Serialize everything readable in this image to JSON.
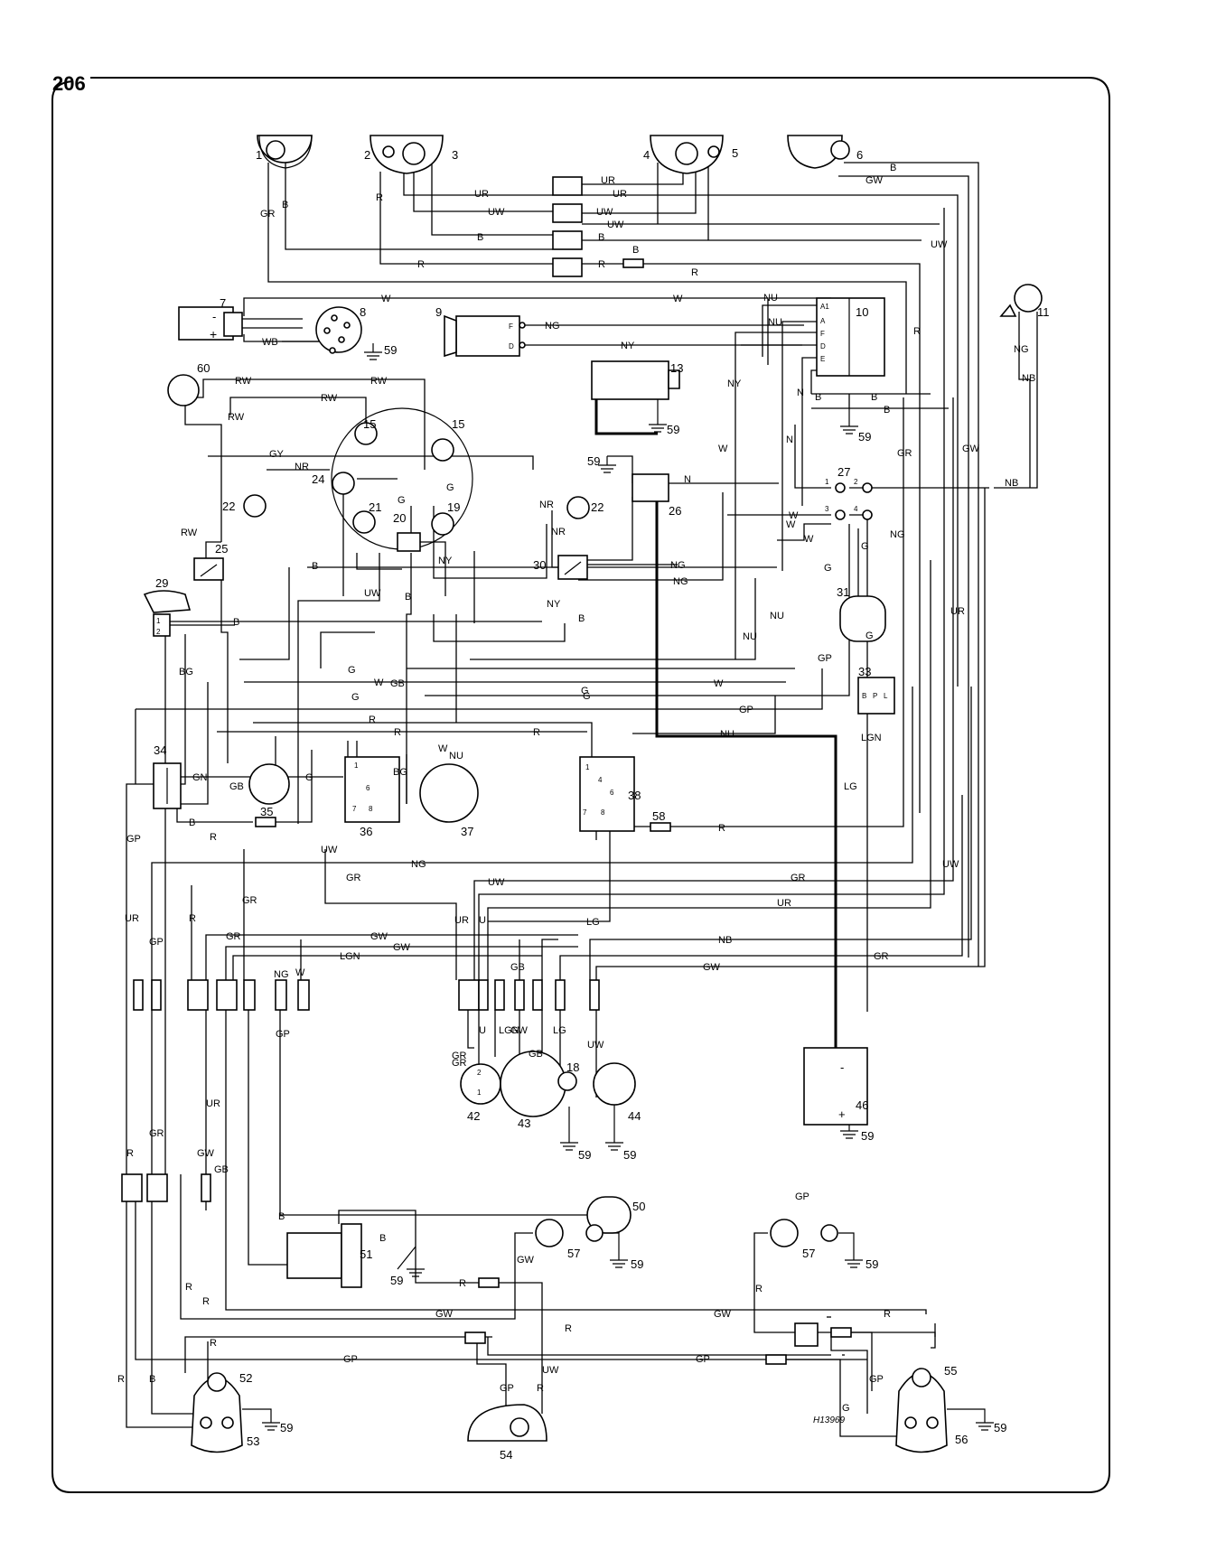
{
  "page": {
    "number": "206",
    "drawing_ref": "H13969"
  },
  "colors": {
    "ink": "#000000",
    "paper": "#ffffff"
  },
  "components": [
    {
      "id": "c1",
      "label": "1"
    },
    {
      "id": "c2",
      "label": "2"
    },
    {
      "id": "c3",
      "label": "3"
    },
    {
      "id": "c4",
      "label": "4"
    },
    {
      "id": "c5",
      "label": "5"
    },
    {
      "id": "c6",
      "label": "6"
    },
    {
      "id": "c7",
      "label": "7"
    },
    {
      "id": "c8",
      "label": "8"
    },
    {
      "id": "c9",
      "label": "9"
    },
    {
      "id": "c10",
      "label": "10"
    },
    {
      "id": "c11",
      "label": "11"
    },
    {
      "id": "c13",
      "label": "13"
    },
    {
      "id": "c15a",
      "label": "15"
    },
    {
      "id": "c15b",
      "label": "15"
    },
    {
      "id": "c18",
      "label": "18"
    },
    {
      "id": "c19",
      "label": "19"
    },
    {
      "id": "c20",
      "label": "20"
    },
    {
      "id": "c21",
      "label": "21"
    },
    {
      "id": "c22a",
      "label": "22"
    },
    {
      "id": "c22b",
      "label": "22"
    },
    {
      "id": "c24",
      "label": "24"
    },
    {
      "id": "c25",
      "label": "25"
    },
    {
      "id": "c26",
      "label": "26"
    },
    {
      "id": "c27",
      "label": "27"
    },
    {
      "id": "c29",
      "label": "29"
    },
    {
      "id": "c30",
      "label": "30"
    },
    {
      "id": "c31",
      "label": "31"
    },
    {
      "id": "c33",
      "label": "33"
    },
    {
      "id": "c34",
      "label": "34"
    },
    {
      "id": "c35",
      "label": "35"
    },
    {
      "id": "c36",
      "label": "36"
    },
    {
      "id": "c37",
      "label": "37"
    },
    {
      "id": "c38",
      "label": "38"
    },
    {
      "id": "c42",
      "label": "42"
    },
    {
      "id": "c43",
      "label": "43"
    },
    {
      "id": "c44",
      "label": "44"
    },
    {
      "id": "c46",
      "label": "46"
    },
    {
      "id": "c50",
      "label": "50"
    },
    {
      "id": "c51",
      "label": "51"
    },
    {
      "id": "c52",
      "label": "52"
    },
    {
      "id": "c53",
      "label": "53"
    },
    {
      "id": "c54",
      "label": "54"
    },
    {
      "id": "c55",
      "label": "55"
    },
    {
      "id": "c56",
      "label": "56"
    },
    {
      "id": "c57a",
      "label": "57"
    },
    {
      "id": "c57b",
      "label": "57"
    },
    {
      "id": "c58",
      "label": "58"
    },
    {
      "id": "c60",
      "label": "60"
    },
    {
      "id": "g59a",
      "label": "59"
    },
    {
      "id": "g59b",
      "label": "59"
    },
    {
      "id": "g59c",
      "label": "59"
    },
    {
      "id": "g59d",
      "label": "59"
    },
    {
      "id": "g59e",
      "label": "59"
    },
    {
      "id": "g59f",
      "label": "59"
    },
    {
      "id": "g59g",
      "label": "59"
    },
    {
      "id": "g59h",
      "label": "59"
    },
    {
      "id": "g59i",
      "label": "59"
    },
    {
      "id": "g59j",
      "label": "59"
    },
    {
      "id": "g59k",
      "label": "59"
    },
    {
      "id": "g59l",
      "label": "59"
    }
  ],
  "wire_labels": [
    {
      "id": "w01",
      "text": "GR"
    },
    {
      "id": "w02",
      "text": "B"
    },
    {
      "id": "w03",
      "text": "R"
    },
    {
      "id": "w04",
      "text": "UR"
    },
    {
      "id": "w05",
      "text": "UR"
    },
    {
      "id": "w06",
      "text": "UR"
    },
    {
      "id": "w07",
      "text": "UW"
    },
    {
      "id": "w08",
      "text": "UW"
    },
    {
      "id": "w09",
      "text": "UW"
    },
    {
      "id": "w10",
      "text": "B"
    },
    {
      "id": "w11",
      "text": "B"
    },
    {
      "id": "w12",
      "text": "B"
    },
    {
      "id": "w13",
      "text": "R"
    },
    {
      "id": "w14",
      "text": "R"
    },
    {
      "id": "w15",
      "text": "R"
    },
    {
      "id": "w16",
      "text": "B"
    },
    {
      "id": "w17",
      "text": "GW"
    },
    {
      "id": "w18",
      "text": "UW"
    },
    {
      "id": "w19",
      "text": "W"
    },
    {
      "id": "w20",
      "text": "W"
    },
    {
      "id": "w21",
      "text": "WB"
    },
    {
      "id": "w22",
      "text": "NG"
    },
    {
      "id": "w23",
      "text": "NY"
    },
    {
      "id": "w24",
      "text": "NU"
    },
    {
      "id": "w25",
      "text": "NU"
    },
    {
      "id": "w26",
      "text": "NY"
    },
    {
      "id": "w27",
      "text": "N"
    },
    {
      "id": "w28",
      "text": "N"
    },
    {
      "id": "w29",
      "text": "B"
    },
    {
      "id": "w30",
      "text": "B"
    },
    {
      "id": "w31",
      "text": "B"
    },
    {
      "id": "w32",
      "text": "R"
    },
    {
      "id": "w33",
      "text": "NG"
    },
    {
      "id": "w34",
      "text": "NB"
    },
    {
      "id": "w35",
      "text": "GW"
    },
    {
      "id": "w36",
      "text": "GR"
    },
    {
      "id": "w37",
      "text": "RW"
    },
    {
      "id": "w38",
      "text": "RW"
    },
    {
      "id": "w39",
      "text": "RW"
    },
    {
      "id": "w40",
      "text": "RW"
    },
    {
      "id": "w41",
      "text": "RW"
    },
    {
      "id": "w42",
      "text": "GY"
    },
    {
      "id": "w43",
      "text": "NR"
    },
    {
      "id": "w44",
      "text": "G"
    },
    {
      "id": "w45",
      "text": "G"
    },
    {
      "id": "w46",
      "text": "NY"
    },
    {
      "id": "w47",
      "text": "W"
    },
    {
      "id": "w48",
      "text": "N"
    },
    {
      "id": "w49",
      "text": "NR"
    },
    {
      "id": "w50",
      "text": "NR"
    },
    {
      "id": "w51",
      "text": "NG"
    },
    {
      "id": "w52",
      "text": "NG"
    },
    {
      "id": "w53",
      "text": "NG"
    },
    {
      "id": "w54",
      "text": "NB"
    },
    {
      "id": "w55",
      "text": "W"
    },
    {
      "id": "w56",
      "text": "W"
    },
    {
      "id": "w57",
      "text": "W"
    },
    {
      "id": "w58",
      "text": "G"
    },
    {
      "id": "w59",
      "text": "G"
    },
    {
      "id": "w60",
      "text": "G"
    },
    {
      "id": "w61",
      "text": "G"
    },
    {
      "id": "w62",
      "text": "B"
    },
    {
      "id": "w63",
      "text": "B"
    },
    {
      "id": "w64",
      "text": "B"
    },
    {
      "id": "w65",
      "text": "UW"
    },
    {
      "id": "w66",
      "text": "NY"
    },
    {
      "id": "w67",
      "text": "B"
    },
    {
      "id": "w68",
      "text": "NU"
    },
    {
      "id": "w69",
      "text": "NU"
    },
    {
      "id": "w70",
      "text": "UR"
    },
    {
      "id": "w71",
      "text": "GP"
    },
    {
      "id": "w72",
      "text": "G"
    },
    {
      "id": "w73",
      "text": "GB"
    },
    {
      "id": "w74",
      "text": "W"
    },
    {
      "id": "w75",
      "text": "W"
    },
    {
      "id": "w76",
      "text": "G"
    },
    {
      "id": "w77",
      "text": "BG"
    },
    {
      "id": "w78",
      "text": "R"
    },
    {
      "id": "w79",
      "text": "G"
    },
    {
      "id": "w80",
      "text": "GP"
    },
    {
      "id": "w81",
      "text": "R"
    },
    {
      "id": "w82",
      "text": "R"
    },
    {
      "id": "w83",
      "text": "NU"
    },
    {
      "id": "w84",
      "text": "LGN"
    },
    {
      "id": "w85",
      "text": "LG"
    },
    {
      "id": "w86",
      "text": "GN"
    },
    {
      "id": "w87",
      "text": "GB"
    },
    {
      "id": "w88",
      "text": "G"
    },
    {
      "id": "w89",
      "text": "BG"
    },
    {
      "id": "w90",
      "text": "W"
    },
    {
      "id": "w91",
      "text": "NU"
    },
    {
      "id": "w92",
      "text": "B"
    },
    {
      "id": "w93",
      "text": "R"
    },
    {
      "id": "w94",
      "text": "GP"
    },
    {
      "id": "w95",
      "text": "R"
    },
    {
      "id": "w96",
      "text": "UW"
    },
    {
      "id": "w97",
      "text": "NG"
    },
    {
      "id": "w98",
      "text": "GR"
    },
    {
      "id": "w99",
      "text": "GR"
    },
    {
      "id": "x01",
      "text": "UR"
    },
    {
      "id": "x02",
      "text": "UW"
    },
    {
      "id": "x03",
      "text": "UW"
    },
    {
      "id": "x04",
      "text": "UR"
    },
    {
      "id": "x05",
      "text": "U"
    },
    {
      "id": "x06",
      "text": "LG"
    },
    {
      "id": "x07",
      "text": "NB"
    },
    {
      "id": "x08",
      "text": "GW"
    },
    {
      "id": "x09",
      "text": "GR"
    },
    {
      "id": "x10",
      "text": "GR"
    },
    {
      "id": "x11",
      "text": "GW"
    },
    {
      "id": "x12",
      "text": "GW"
    },
    {
      "id": "x13",
      "text": "LGN"
    },
    {
      "id": "x14",
      "text": "GB"
    },
    {
      "id": "x15",
      "text": "NG"
    },
    {
      "id": "x16",
      "text": "W"
    },
    {
      "id": "x17",
      "text": "GR"
    },
    {
      "id": "x18",
      "text": "R"
    },
    {
      "id": "x19",
      "text": "GP"
    },
    {
      "id": "x20",
      "text": "UR"
    },
    {
      "id": "x21",
      "text": "U"
    },
    {
      "id": "x22",
      "text": "LGN"
    },
    {
      "id": "x23",
      "text": "GW"
    },
    {
      "id": "x24",
      "text": "LG"
    },
    {
      "id": "x25",
      "text": "UW"
    },
    {
      "id": "x26",
      "text": "GR"
    },
    {
      "id": "x27",
      "text": "GB"
    },
    {
      "id": "x28",
      "text": "GP"
    },
    {
      "id": "x29",
      "text": "R"
    },
    {
      "id": "x30",
      "text": "GR"
    },
    {
      "id": "x31",
      "text": "GW"
    },
    {
      "id": "x32",
      "text": "GB"
    },
    {
      "id": "x33",
      "text": "B"
    },
    {
      "id": "x34",
      "text": "B"
    },
    {
      "id": "x35",
      "text": "R"
    },
    {
      "id": "x36",
      "text": "GW"
    },
    {
      "id": "x37",
      "text": "GW"
    },
    {
      "id": "x38",
      "text": "GW"
    },
    {
      "id": "x39",
      "text": "R"
    },
    {
      "id": "x40",
      "text": "R"
    },
    {
      "id": "x41",
      "text": "R"
    },
    {
      "id": "x42",
      "text": "R"
    },
    {
      "id": "x43",
      "text": "GP"
    },
    {
      "id": "x44",
      "text": "GP"
    },
    {
      "id": "x45",
      "text": "GP"
    },
    {
      "id": "x46",
      "text": "G"
    },
    {
      "id": "x47",
      "text": "R"
    },
    {
      "id": "x48",
      "text": "R"
    },
    {
      "id": "x49",
      "text": "B"
    },
    {
      "id": "x50",
      "text": "R"
    },
    {
      "id": "x51",
      "text": "GP"
    },
    {
      "id": "x52",
      "text": "R"
    },
    {
      "id": "x53",
      "text": "GP"
    },
    {
      "id": "x54",
      "text": "UW"
    },
    {
      "id": "x55",
      "text": "GR"
    },
    {
      "id": "x56",
      "text": "UR"
    }
  ],
  "pin_labels": [
    {
      "id": "p01",
      "text": "A1"
    },
    {
      "id": "p02",
      "text": "A"
    },
    {
      "id": "p03",
      "text": "F"
    },
    {
      "id": "p04",
      "text": "D"
    },
    {
      "id": "p05",
      "text": "E"
    },
    {
      "id": "p06",
      "text": "F"
    },
    {
      "id": "p07",
      "text": "D"
    },
    {
      "id": "p08",
      "text": "-"
    },
    {
      "id": "p09",
      "text": "+"
    },
    {
      "id": "p10",
      "text": "1"
    },
    {
      "id": "p11",
      "text": "2"
    },
    {
      "id": "p12",
      "text": "3"
    },
    {
      "id": "p13",
      "text": "4"
    },
    {
      "id": "p14",
      "text": "1"
    },
    {
      "id": "p15",
      "text": "2"
    },
    {
      "id": "p16",
      "text": "B"
    },
    {
      "id": "p17",
      "text": "P"
    },
    {
      "id": "p18",
      "text": "L"
    },
    {
      "id": "p19",
      "text": "1"
    },
    {
      "id": "p20",
      "text": "6"
    },
    {
      "id": "p21",
      "text": "7"
    },
    {
      "id": "p22",
      "text": "8"
    },
    {
      "id": "p23",
      "text": "1"
    },
    {
      "id": "p24",
      "text": "4"
    },
    {
      "id": "p25",
      "text": "6"
    },
    {
      "id": "p26",
      "text": "7"
    },
    {
      "id": "p27",
      "text": "8"
    },
    {
      "id": "p28",
      "text": "2"
    },
    {
      "id": "p29",
      "text": "1"
    },
    {
      "id": "p30",
      "text": "-"
    },
    {
      "id": "p31",
      "text": "+"
    }
  ]
}
